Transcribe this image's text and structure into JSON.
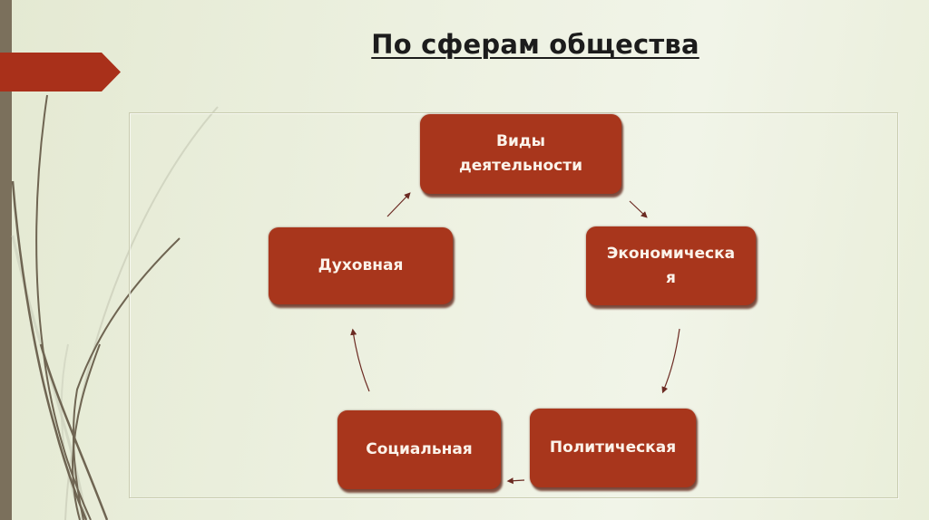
{
  "slide": {
    "title": "По сферам общества",
    "colors": {
      "background": "#edf1e1",
      "accent_bar": "#7b705c",
      "banner": "#a9301a",
      "node_fill": "#a8361c",
      "node_text": "#fbf3ea",
      "arrow": "#6b2a22",
      "frame": "#c9ccb0"
    }
  },
  "diagram": {
    "type": "cycle",
    "nodes": [
      {
        "id": "activities",
        "lines": [
          "Виды",
          "деятельности"
        ]
      },
      {
        "id": "economic",
        "lines": [
          "Экономическа",
          "я"
        ]
      },
      {
        "id": "political",
        "lines": [
          "Политическая"
        ]
      },
      {
        "id": "social",
        "lines": [
          "Социальная"
        ]
      },
      {
        "id": "spiritual",
        "lines": [
          "Духовная"
        ]
      }
    ],
    "edges": [
      {
        "from": "activities",
        "to": "economic"
      },
      {
        "from": "economic",
        "to": "political"
      },
      {
        "from": "political",
        "to": "social"
      },
      {
        "from": "social",
        "to": "spiritual"
      },
      {
        "from": "spiritual",
        "to": "activities"
      }
    ]
  }
}
